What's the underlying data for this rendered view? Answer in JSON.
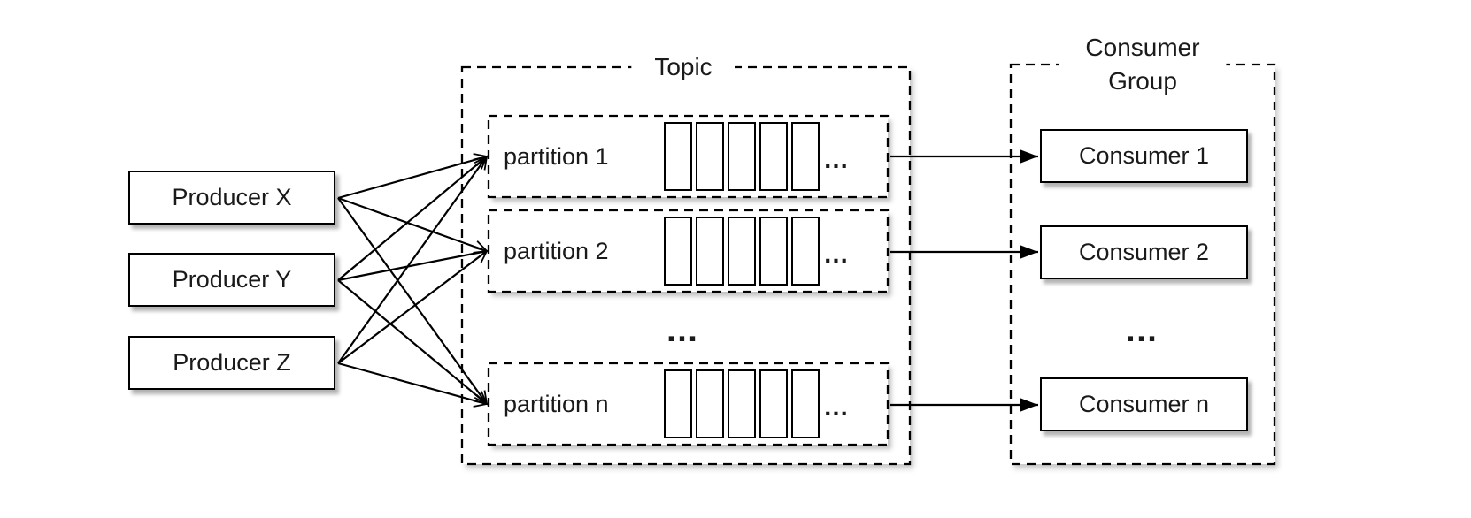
{
  "colors": {
    "line": "#000000",
    "box_border": "#000000",
    "box_fill": "#ffffff",
    "background": "#ffffff"
  },
  "producers": {
    "items": [
      {
        "label": "Producer X"
      },
      {
        "label": "Producer Y"
      },
      {
        "label": "Producer Z"
      }
    ]
  },
  "topic": {
    "title": "Topic",
    "partitions": [
      {
        "label": "partition 1"
      },
      {
        "label": "partition 2"
      },
      {
        "label": "partition n"
      }
    ],
    "slots_per_partition": 5,
    "slot_ellipsis": "…",
    "rows_ellipsis": "…"
  },
  "consumer_group": {
    "title_line1": "Consumer",
    "title_line2": "Group",
    "consumers": [
      {
        "label": "Consumer 1"
      },
      {
        "label": "Consumer 2"
      },
      {
        "label": "Consumer n"
      }
    ],
    "rows_ellipsis": "…"
  }
}
